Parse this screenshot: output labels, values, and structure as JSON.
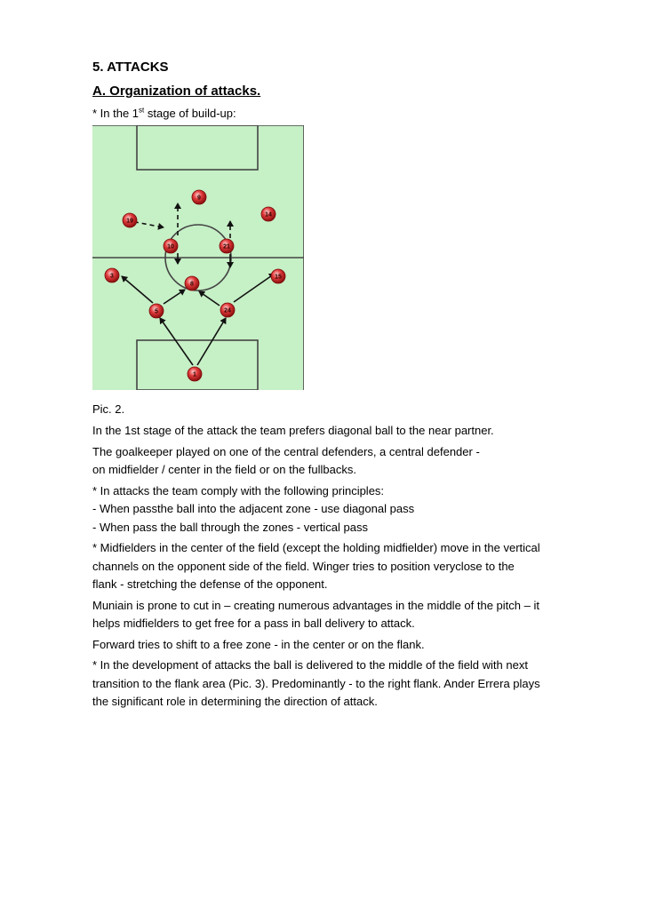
{
  "heading": "5. ATTACKS",
  "subheading": "A. Organization of attacks.",
  "stage": {
    "prefix": "* In the 1",
    "sup": "st",
    "suffix": " stage of build-up:"
  },
  "pitch": {
    "field_color": "#c6f0c6",
    "line_color": "#444444",
    "player_color": "#d42a2a",
    "players": [
      {
        "num": "9"
      },
      {
        "num": "14"
      },
      {
        "num": "19"
      },
      {
        "num": "10"
      },
      {
        "num": "21"
      },
      {
        "num": "3"
      },
      {
        "num": "8"
      },
      {
        "num": "15"
      },
      {
        "num": "5"
      },
      {
        "num": "24"
      },
      {
        "num": "1"
      }
    ]
  },
  "caption": "Pic. 2.",
  "paragraphs": [
    [
      "In the 1st stage of the attack the team prefers diagonal ball to the near partner."
    ],
    [
      "The goalkeeper played on one of the central defenders, a central defender -",
      " on midfielder / center in the field or on the fullbacks."
    ],
    [
      "* In attacks the team comply with the following principles:",
      "- When passthe ball into the adjacent zone - use diagonal pass",
      "- When pass the ball through the zones - vertical pass"
    ],
    [
      "* Midfielders in the center of the field (except the holding midfielder) move in the vertical",
      "channels on the opponent side of the field. Winger tries to position veryclose to the",
      "flank - stretching the defense of the opponent."
    ],
    [
      "Muniain is prone to cut in – creating numerous advantages in the middle of the pitch – it",
      "helps midfielders to get free for a pass in ball delivery to attack."
    ],
    [
      "Forward tries to shift to a free zone - in the center or on the flank."
    ],
    [
      "* In the development of attacks the ball is delivered to the middle of the field with next",
      "transition to the flank area (Pic. 3). Predominantly - to the right flank. Ander Errera plays",
      "the significant role in determining the direction of attack."
    ]
  ]
}
